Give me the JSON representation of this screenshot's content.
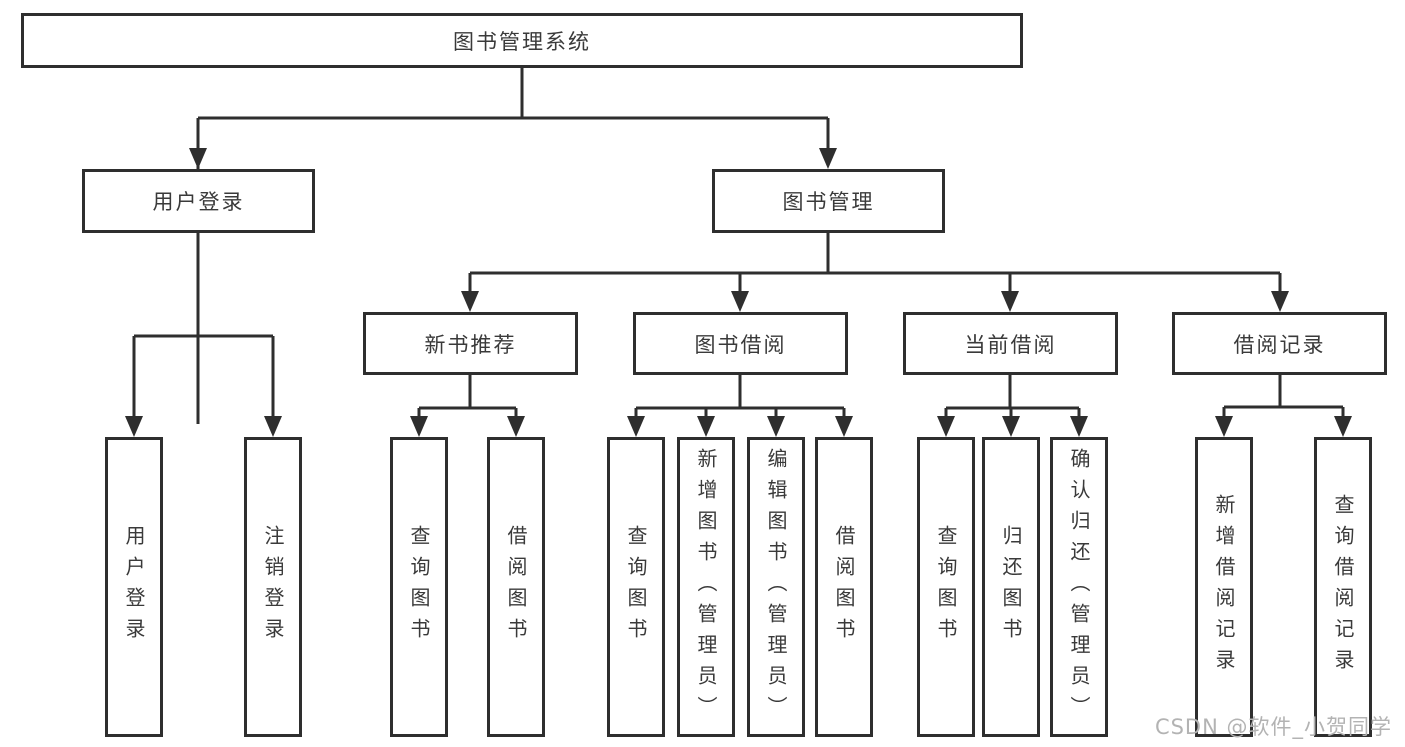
{
  "tree": {
    "root": {
      "label": "图书管理系统",
      "children": [
        {
          "label": "用户登录",
          "children": [
            {
              "label": "用户登录"
            },
            {
              "label": "注销登录"
            }
          ]
        },
        {
          "label": "图书管理",
          "children": [
            {
              "label": "新书推荐",
              "children": [
                {
                  "label": "查询图书"
                },
                {
                  "label": "借阅图书"
                }
              ]
            },
            {
              "label": "图书借阅",
              "children": [
                {
                  "label": "查询图书"
                },
                {
                  "label": "新增图书（管理员）"
                },
                {
                  "label": "编辑图书（管理员）"
                },
                {
                  "label": "借阅图书"
                }
              ]
            },
            {
              "label": "当前借阅",
              "children": [
                {
                  "label": "查询图书"
                },
                {
                  "label": "归还图书"
                },
                {
                  "label": "确认归还（管理员）"
                }
              ]
            },
            {
              "label": "借阅记录",
              "children": [
                {
                  "label": "新增借阅记录"
                },
                {
                  "label": "查询借阅记录"
                }
              ]
            }
          ]
        }
      ]
    }
  },
  "watermark": {
    "text": "CSDN @软件_小贺同学"
  },
  "colors": {
    "line": "#2e2e2e",
    "box_border": "#2e2e2e",
    "text": "#3a3a3a",
    "watermark": "#b3b3b3",
    "background": "#ffffff"
  }
}
